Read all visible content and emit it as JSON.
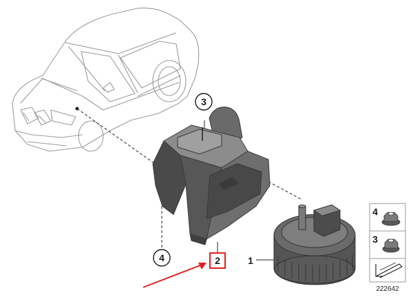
{
  "callouts": {
    "part1": "1",
    "part2": "2",
    "part3": "3",
    "part4": "4",
    "legend_nut_4": "4",
    "legend_nut_3": "3"
  },
  "diagram_number": "222642",
  "colors": {
    "highlight_box": "#e02020",
    "arrow": "#e02020",
    "part_dark": "#4a4a4a",
    "part_mid": "#6a6a6a",
    "part_light": "#8c8c8c",
    "outline": "#555555"
  },
  "icons": {
    "vehicle": "suv-outline-icon",
    "nut_4": "flange-nut-icon",
    "nut_3": "flange-nut-icon",
    "reference_arrow": "diagonal-arrow-icon"
  }
}
